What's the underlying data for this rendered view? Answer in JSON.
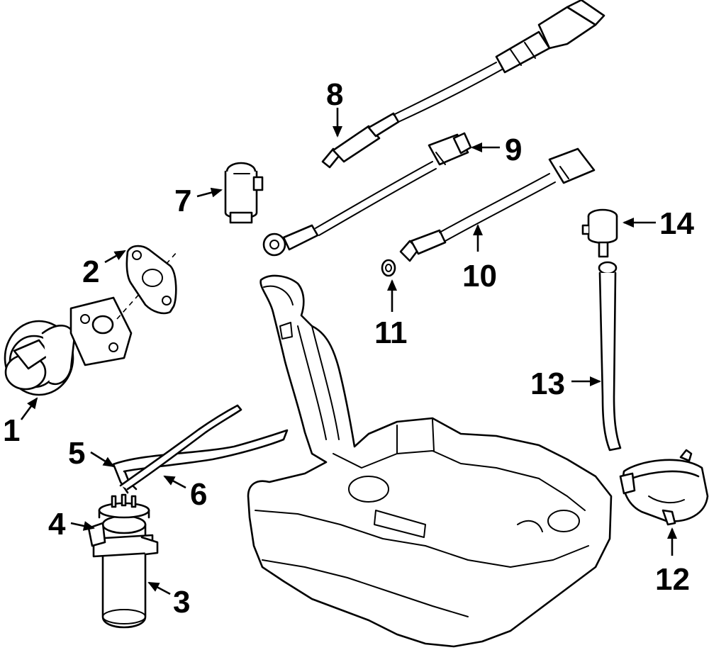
{
  "diagram": {
    "type": "exploded-parts-diagram",
    "background_color": "#ffffff",
    "line_color": "#000000",
    "callouts": [
      {
        "id": "1",
        "label": "1"
      },
      {
        "id": "2",
        "label": "2"
      },
      {
        "id": "3",
        "label": "3"
      },
      {
        "id": "4",
        "label": "4"
      },
      {
        "id": "5",
        "label": "5"
      },
      {
        "id": "6",
        "label": "6"
      },
      {
        "id": "7",
        "label": "7"
      },
      {
        "id": "8",
        "label": "8"
      },
      {
        "id": "9",
        "label": "9"
      },
      {
        "id": "10",
        "label": "10"
      },
      {
        "id": "11",
        "label": "11"
      },
      {
        "id": "12",
        "label": "12"
      },
      {
        "id": "13",
        "label": "13"
      },
      {
        "id": "14",
        "label": "14"
      }
    ]
  }
}
